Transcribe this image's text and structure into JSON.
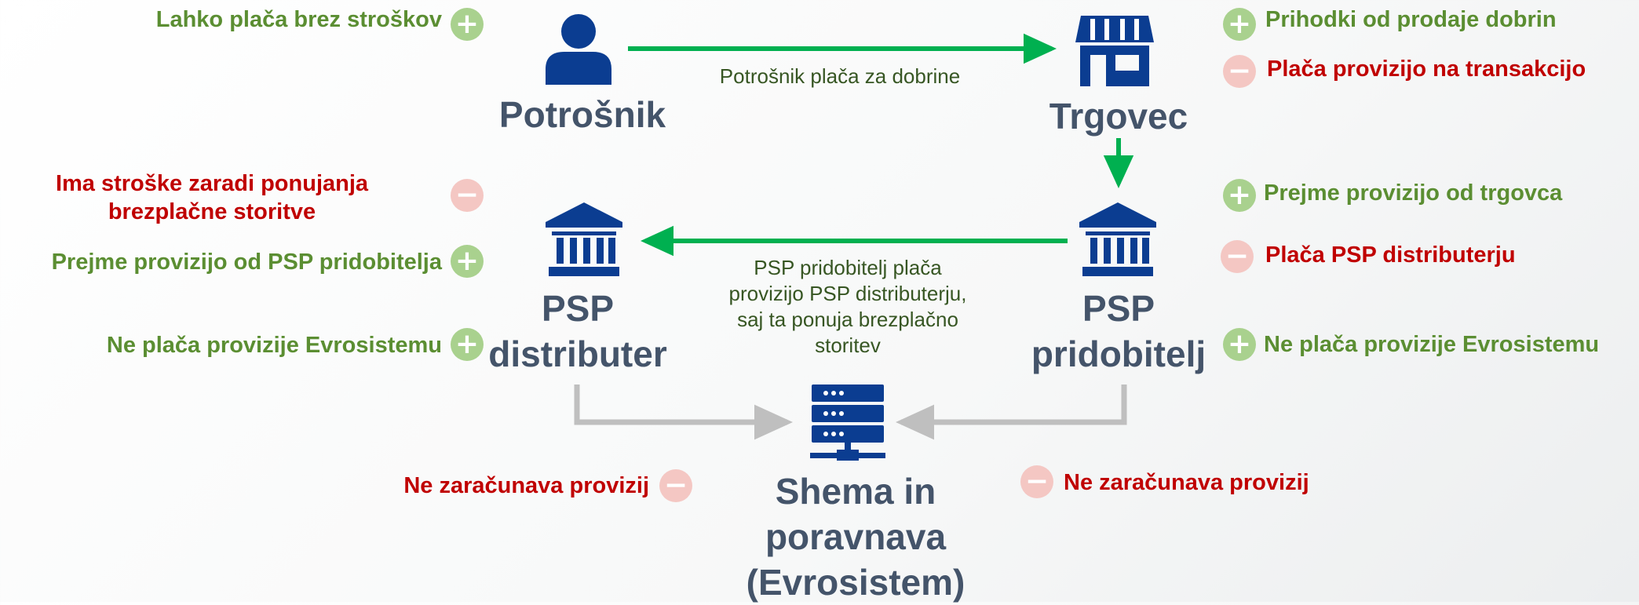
{
  "nodes": {
    "consumer": "Potrošnik",
    "merchant": "Trgovec",
    "distributor": [
      "PSP",
      "distributer"
    ],
    "acquirer": [
      "PSP",
      "pridobitelj"
    ],
    "scheme": [
      "Shema in",
      "poravnava",
      "(Evrosistem)"
    ]
  },
  "flows": {
    "consumer_to_merchant": "Potrošnik plača za dobrine",
    "acquirer_to_distributor": [
      "PSP pridobitelj plača",
      "provizijo PSP distributerju,",
      "saj ta ponuja brezplačno",
      "storitev"
    ]
  },
  "consumer_points": [
    {
      "sign": "+",
      "text": "Lahko plača brez stroškov"
    }
  ],
  "merchant_points": [
    {
      "sign": "+",
      "text": "Prihodki od prodaje dobrin"
    },
    {
      "sign": "−",
      "text": "Plača provizijo na transakcijo"
    }
  ],
  "distributor_points": [
    {
      "sign": "−",
      "text": [
        "Ima stroške zaradi ponujanja",
        "brezplačne storitve"
      ]
    },
    {
      "sign": "+",
      "text": "Prejme provizijo od PSP pridobitelja"
    },
    {
      "sign": "+",
      "text": "Ne plača provizije Evrosistemu"
    }
  ],
  "acquirer_points": [
    {
      "sign": "+",
      "text": "Prejme provizijo od trgovca"
    },
    {
      "sign": "−",
      "text": "Plača PSP distributerju"
    },
    {
      "sign": "+",
      "text": "Ne plača provizije Evrosistemu"
    }
  ],
  "scheme_points": [
    {
      "sign": "−",
      "text": "Ne zaračunava provizij"
    },
    {
      "sign": "−",
      "text": "Ne zaračunava provizij"
    }
  ],
  "colors": {
    "positive_text": "#5b8e32",
    "negative_text": "#c00000",
    "plus_badge": "#a9d18e",
    "minus_badge": "#f4c7c3",
    "icon": "#0b3d91",
    "payment_arrow": "#00b050",
    "settlement_arrow": "#bfbfbf",
    "node_text": "#44546a"
  },
  "icons": [
    "person-icon",
    "shop-icon",
    "bank-icon",
    "bank-icon",
    "server-icon"
  ]
}
